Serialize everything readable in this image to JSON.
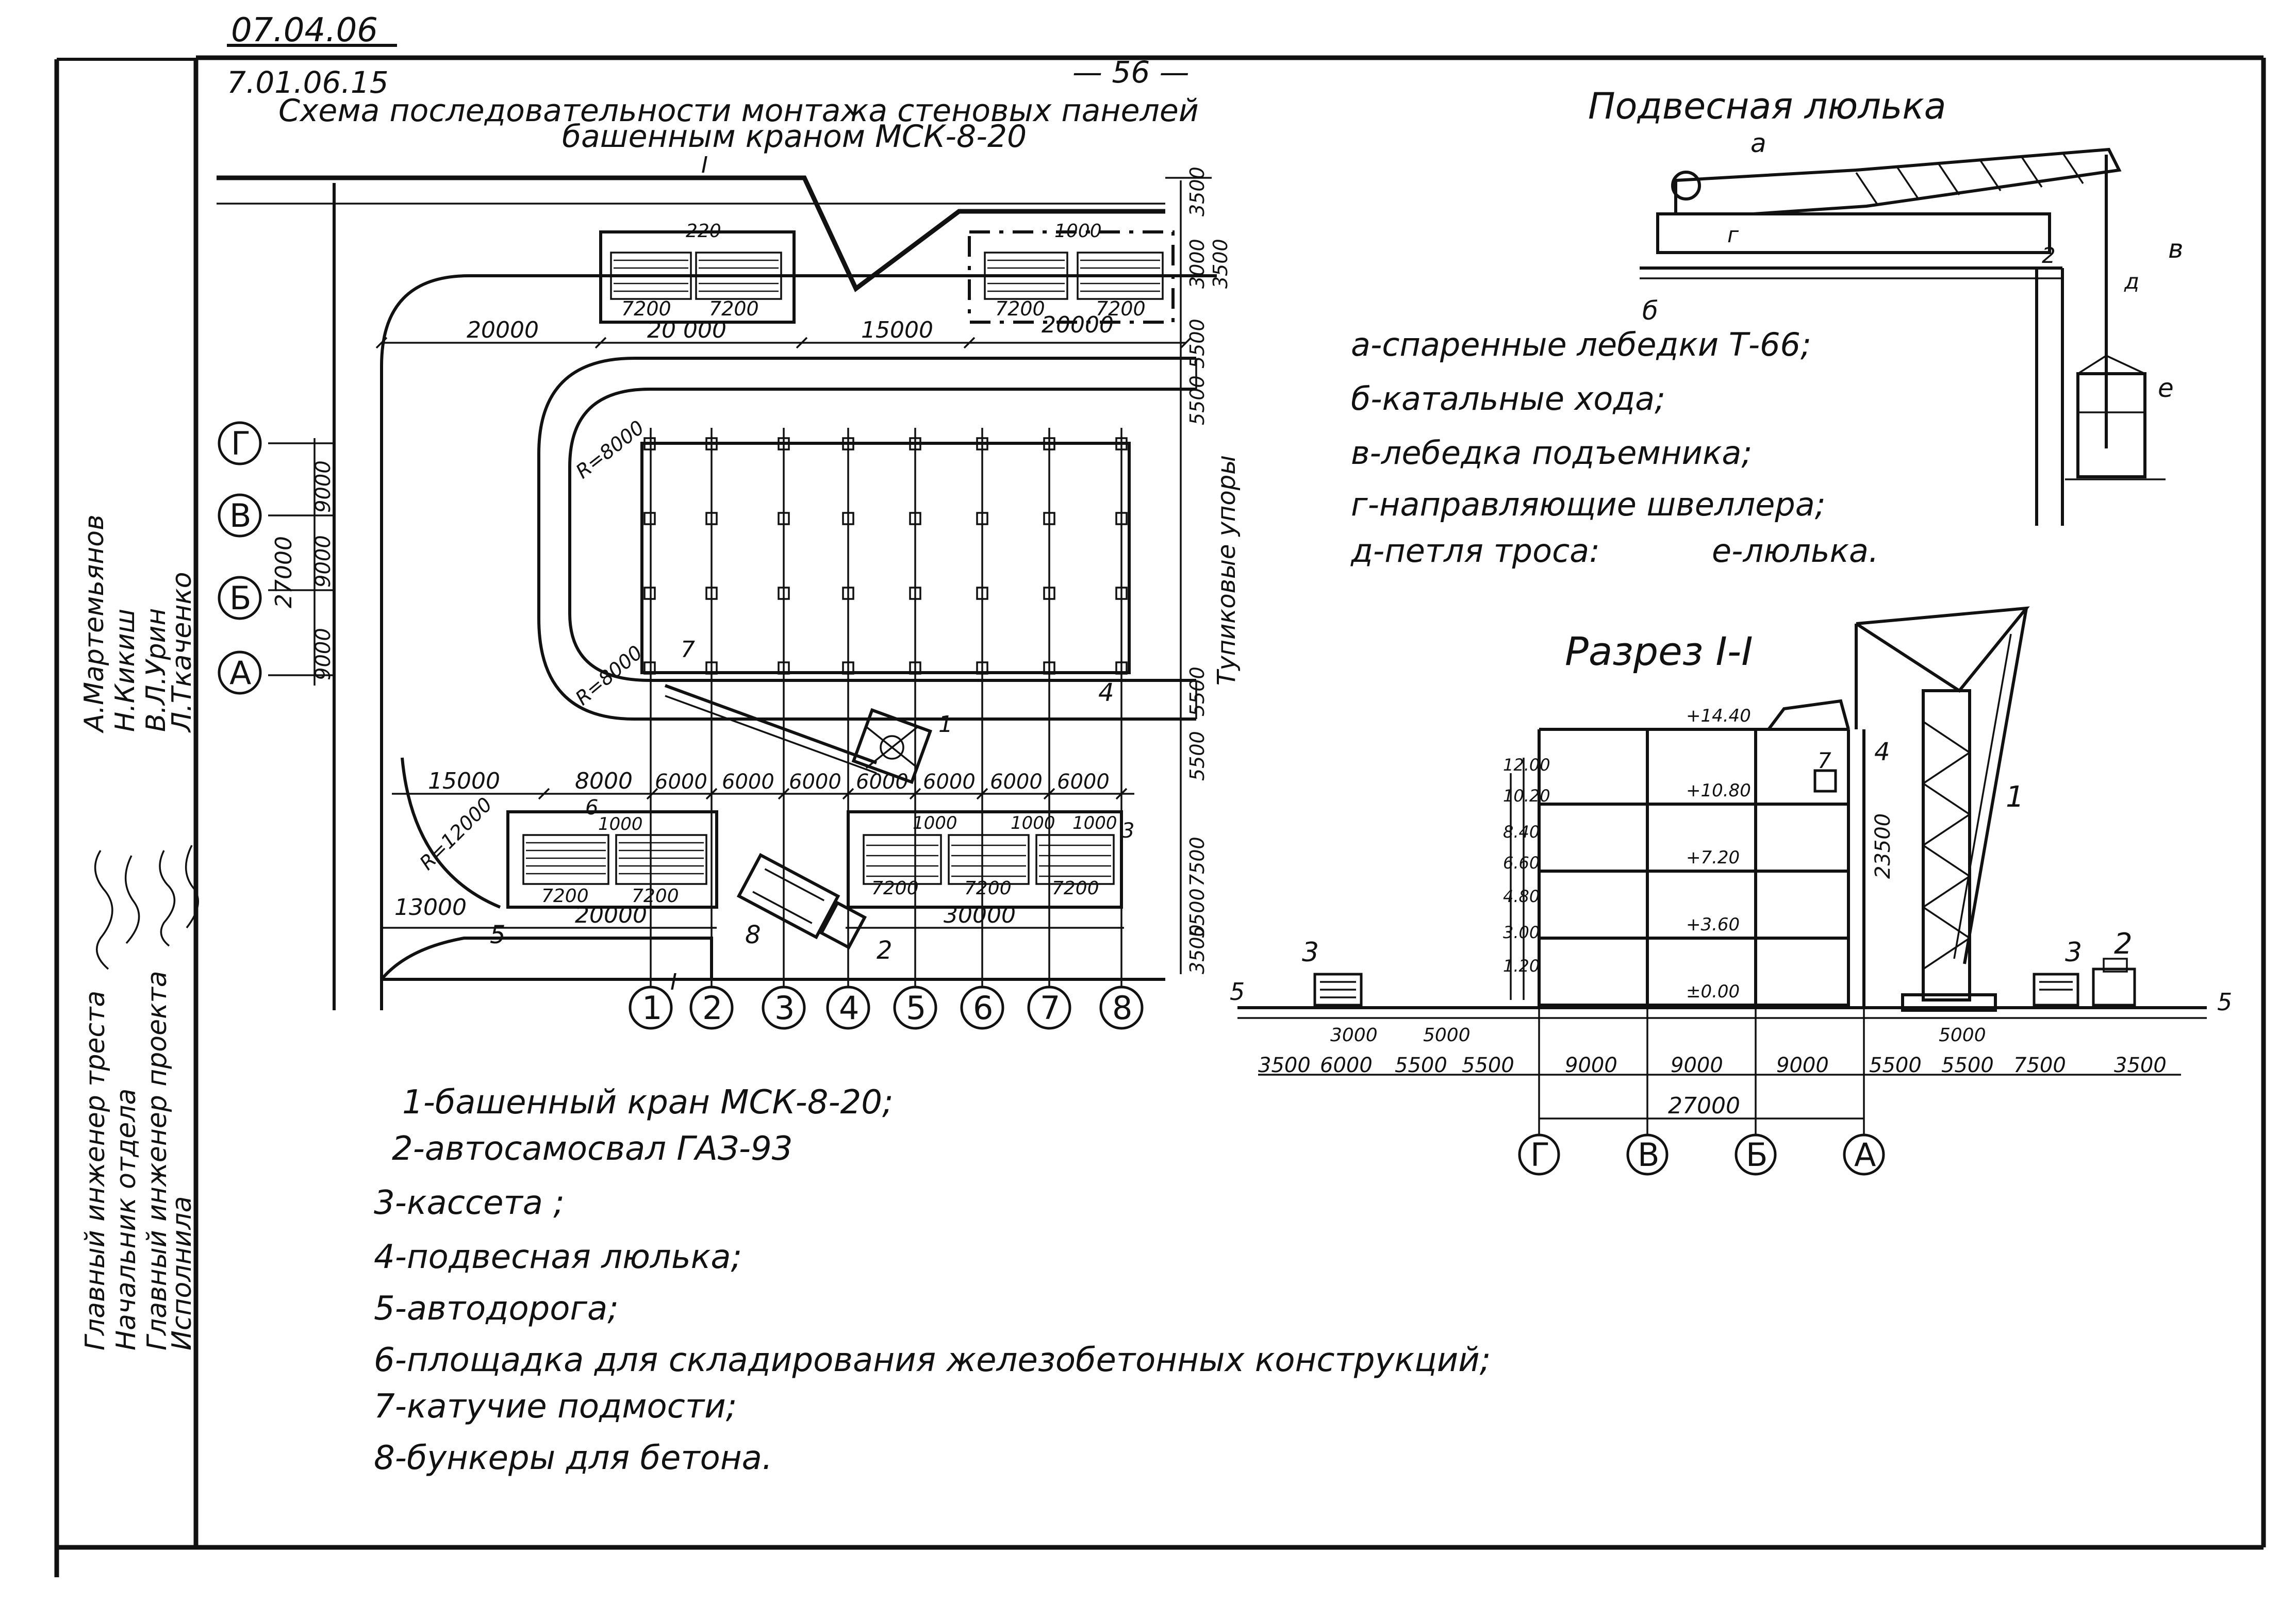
{
  "header": {
    "drawing_code": "07.04.06",
    "sheet_ref": "7.01.06.15",
    "page_number": "— 56 —",
    "title_line1": "Схема последовательности монтажа стеновых панелей",
    "title_line2": "башенным краном МСК-8-20"
  },
  "stamp": {
    "roles": [
      "Главный инженер треста",
      "Начальник отдела",
      "Главный инженер проекта",
      "Исполнила"
    ],
    "names": [
      "А.Мартемьянов",
      "Н.Кикиш",
      "В.Л.Урин",
      "Л.Ткаченко"
    ]
  },
  "plan": {
    "dims_top": [
      "20000",
      "20 000",
      "15000",
      "20000"
    ],
    "dims_panel": [
      "220",
      "1000",
      "7200",
      "7200",
      "7200",
      "7200"
    ],
    "dims_right": [
      "3500",
      "3000",
      "3500",
      "5500",
      "5500",
      "5500",
      "5500",
      "7500",
      "5500",
      "3500"
    ],
    "dims_bottom": [
      "15000",
      "8000",
      "6000",
      "6000",
      "6000",
      "6000",
      "6000",
      "6000",
      "6000"
    ],
    "dims_lower_stores": [
      "1000",
      "1000",
      "1000",
      "1000",
      "7200",
      "7200",
      "7200",
      "7200",
      "7200",
      "20000",
      "30000",
      "13000"
    ],
    "radius_labels": [
      "R=8000",
      "R=8000",
      "R=12000"
    ],
    "axis_left_dims": [
      "27000",
      "9000",
      "9000",
      "9000"
    ],
    "row_axes": [
      "Г",
      "В",
      "Б",
      "А"
    ],
    "col_axes": [
      "1",
      "2",
      "3",
      "4",
      "5",
      "6",
      "7",
      "8"
    ],
    "callouts": [
      "1",
      "2",
      "3",
      "4",
      "5",
      "6",
      "7",
      "8"
    ],
    "section_mark": "I",
    "stops_label": "Тупиковые упоры"
  },
  "cradle": {
    "title": "Подвесная люлька",
    "markers": [
      "а",
      "б",
      "в",
      "г",
      "д",
      "е",
      "2"
    ],
    "legend": [
      "а-спаренные лебедки  Т-66;",
      "б-катальные хода;",
      "в-лебедка подъемника;",
      "г-направляющие швеллера;",
      "д-петля троса:",
      "е-люлька."
    ]
  },
  "section": {
    "title": "Разрез I-I",
    "levels": [
      "+14.40",
      "+10.80",
      "+7.20",
      "+3.60",
      "±0.00"
    ],
    "heights_left": [
      "12.00",
      "10.20",
      "8.40",
      "6.60",
      "4.80",
      "3.00",
      "1.20"
    ],
    "height_right": "23500",
    "labels": [
      "1",
      "2",
      "3",
      "3",
      "4",
      "5",
      "5",
      "7"
    ],
    "bottom_dims": [
      "3500",
      "6000",
      "5500",
      "5500",
      "9000",
      "9000",
      "9000",
      "5500",
      "5500",
      "7500",
      "3500"
    ],
    "small_dims": [
      "3000",
      "5000",
      "5000"
    ],
    "overall": "27000",
    "axes": [
      "Г",
      "В",
      "Б",
      "А"
    ]
  },
  "legend": [
    "1-башенный кран  МСК-8-20;",
    "2-автосамосвал ГАЗ-93",
    "3-кассета ;",
    "4-подвесная люлька;",
    "5-автодорога;",
    "6-площадка для складирования железобетонных конструкций;",
    "7-катучие подмости;",
    "8-бункеры для бетона."
  ]
}
